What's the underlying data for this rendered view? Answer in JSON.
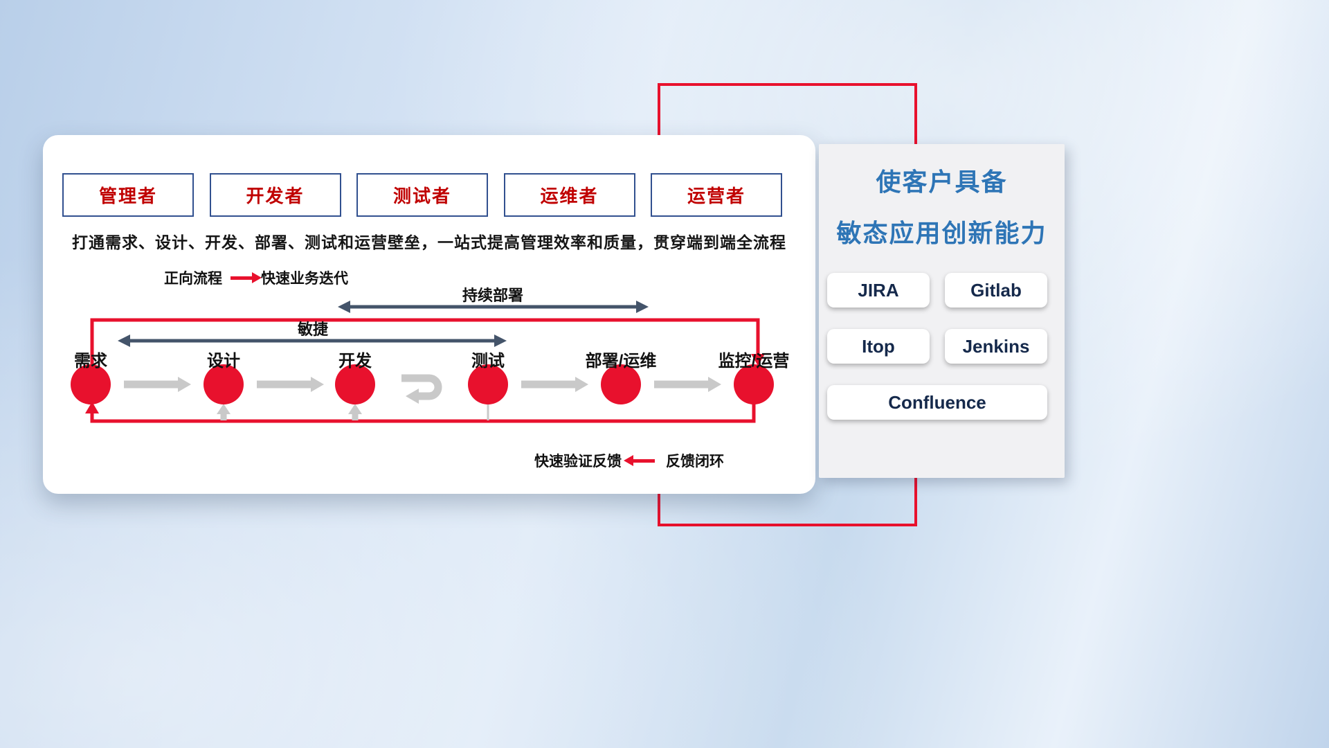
{
  "card": {
    "roles": [
      {
        "label": "管理者"
      },
      {
        "label": "开发者"
      },
      {
        "label": "测试者"
      },
      {
        "label": "运维者"
      },
      {
        "label": "运营者"
      }
    ],
    "description": "打通需求、设计、开发、部署、测试和运营壁垒，一站式提高管理效率和质量，贯穿端到端全流程",
    "forward_legend": {
      "label": "正向流程",
      "caption": "快速业务迭代"
    },
    "feedback_legend": {
      "caption": "快速验证反馈",
      "label": "反馈闭环"
    },
    "flow": {
      "continuous_deploy_label": "持续部署",
      "agile_label": "敏捷",
      "stages": [
        "需求",
        "设计",
        "开发",
        "测试",
        "部署/运维",
        "监控/运营"
      ]
    }
  },
  "panel": {
    "title_line1": "使客户具备",
    "title_line2": "敏态应用创新能力",
    "tools": [
      "JIRA",
      "Gitlab",
      "Itop",
      "Jenkins",
      "Confluence"
    ]
  },
  "icons": {
    "forward_arrow": "red-right-arrow",
    "feedback_arrow": "red-left-arrow",
    "agile_span": "double-headed-arrow",
    "continuous_deploy_span": "double-headed-arrow",
    "iteration": "loop-arrow",
    "stage_connector": "gray-right-arrow"
  },
  "colors": {
    "red": "#e8112d",
    "dark_arrow": "#44546a",
    "gray_arrow": "#c9c9c9",
    "title_blue": "#2e75b6",
    "role_text": "#c00000",
    "role_border": "#31508f",
    "tool_text": "#15294b",
    "card_bg": "#ffffff",
    "panel_bg": "#f1f1f3"
  }
}
